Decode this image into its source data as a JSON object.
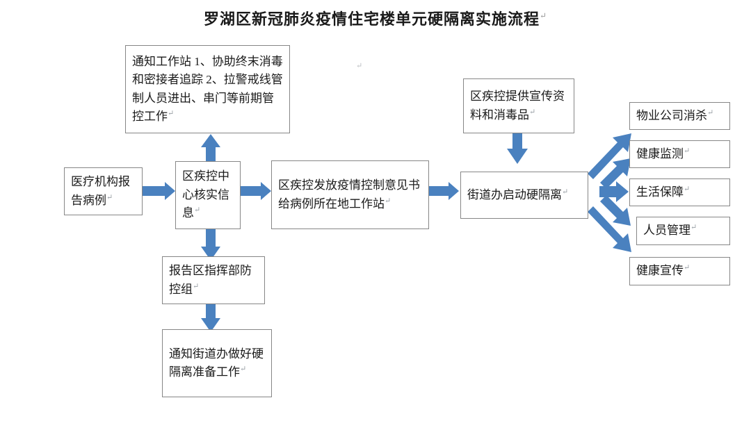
{
  "title": {
    "text": "罗湖区新冠肺炎疫情住宅楼单元硬隔离实施流程",
    "mark": "↵"
  },
  "diagram": {
    "type": "flowchart",
    "accent_color": "#4A81BF",
    "border_color": "#868686",
    "background_color": "#FFFFFF",
    "nodes": [
      {
        "id": "notify-station",
        "label": "通知工作站 1、协助终末消毒和密接者追踪 2、拉警戒线管制人员进出、串门等前期管控工作",
        "mark": "↵"
      },
      {
        "id": "medical-report",
        "label": "医疗机构报告病例",
        "mark": "↵"
      },
      {
        "id": "cdc-verify",
        "label": "区疾控中心核实信息",
        "mark": "↵"
      },
      {
        "id": "cdc-issue-notice",
        "label": "区疾控发放疫情控制意见书给病例所在地工作站",
        "mark": "↵"
      },
      {
        "id": "report-command",
        "label": "报告区指挥部防控组",
        "mark": "↵"
      },
      {
        "id": "notify-subdistrict",
        "label": "通知街道办做好硬隔离准备工作",
        "mark": "↵"
      },
      {
        "id": "cdc-supplies",
        "label": "区疾控提供宣传资料和消毒品",
        "mark": "↵"
      },
      {
        "id": "subdistrict-start",
        "label": "街道办启动硬隔离",
        "mark": "↵"
      },
      {
        "id": "property-disinfect",
        "label": "物业公司消杀",
        "mark": "↵"
      },
      {
        "id": "health-monitor",
        "label": "健康监测",
        "mark": "↵"
      },
      {
        "id": "life-support",
        "label": "生活保障",
        "mark": "↵"
      },
      {
        "id": "personnel-mgmt",
        "label": "人员管理",
        "mark": "↵"
      },
      {
        "id": "health-promotion",
        "label": "健康宣传",
        "mark": "↵"
      }
    ],
    "edges": [
      {
        "from": "medical-report",
        "to": "cdc-verify",
        "direction": "right"
      },
      {
        "from": "cdc-verify",
        "to": "notify-station",
        "direction": "up"
      },
      {
        "from": "cdc-verify",
        "to": "cdc-issue-notice",
        "direction": "right"
      },
      {
        "from": "cdc-verify",
        "to": "report-command",
        "direction": "down"
      },
      {
        "from": "report-command",
        "to": "notify-subdistrict",
        "direction": "down"
      },
      {
        "from": "cdc-issue-notice",
        "to": "subdistrict-start",
        "direction": "right"
      },
      {
        "from": "cdc-supplies",
        "to": "subdistrict-start",
        "direction": "down"
      },
      {
        "from": "subdistrict-start",
        "to": "property-disinfect",
        "direction": "up-right"
      },
      {
        "from": "subdistrict-start",
        "to": "health-monitor",
        "direction": "up-right"
      },
      {
        "from": "subdistrict-start",
        "to": "life-support",
        "direction": "right"
      },
      {
        "from": "subdistrict-start",
        "to": "personnel-mgmt",
        "direction": "down-right"
      },
      {
        "from": "subdistrict-start",
        "to": "health-promotion",
        "direction": "down-right"
      }
    ]
  },
  "stray_mark": "↵"
}
